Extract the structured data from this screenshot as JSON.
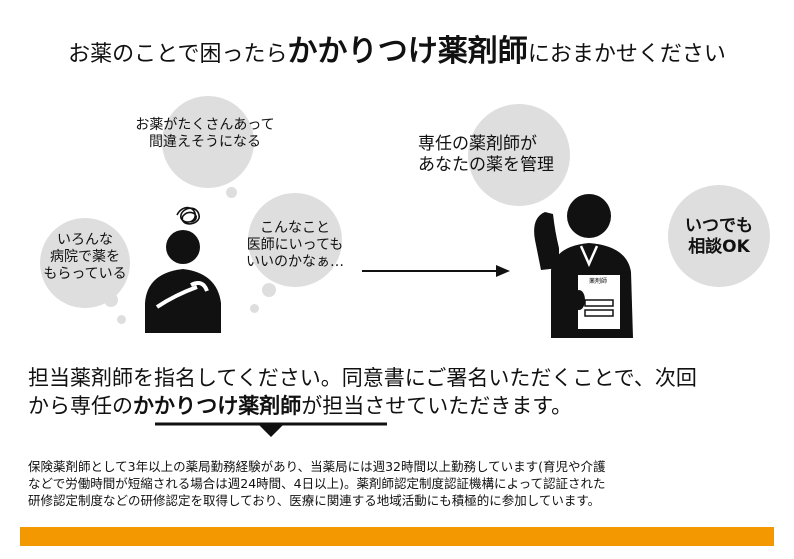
{
  "header": {
    "title_prefix": "お薬のことで困ったら",
    "title_emphasis": "かかりつけ薬剤師",
    "title_suffix": "におまかせください"
  },
  "bubbles": {
    "worry_many": [
      "お薬がたくさんあって",
      "間違えそうになる"
    ],
    "worry_hospitals": [
      "いろんな",
      "病院で薬を",
      "もらっている"
    ],
    "worry_doctor": [
      "こんなこと",
      "医師にいっても",
      "いいのかなぁ…"
    ],
    "pharmacist_manage": [
      "専任の薬剤師が",
      "あなたの薬を管理"
    ],
    "consult_anytime": [
      "いつでも",
      "相談OK"
    ]
  },
  "badge": {
    "label": "薬剤師"
  },
  "main_text": {
    "line1": "担当薬剤師を指名してください。同意書にご署名いただくことで、次回",
    "line2_prefix": "から専任の",
    "line2_emphasis": "かかりつけ薬剤師",
    "line2_suffix": "が担当させていただきます。"
  },
  "detail": {
    "line1": "保険薬剤師として3年以上の薬局勤務経験があり、当薬局には週32時間以上勤務しています(育児や介護",
    "line2": "などで労働時間が短縮される場合は週24時間、4日以上)。薬剤師認定制度認証機構によって認証された",
    "line3": "研修認定制度などの研修認定を取得しており、医療に関連する地域活動にも積極的に参加しています。"
  },
  "colors": {
    "accent_bar": "#f39800",
    "bubble_gray": "#dedede",
    "figure": "#111111"
  }
}
